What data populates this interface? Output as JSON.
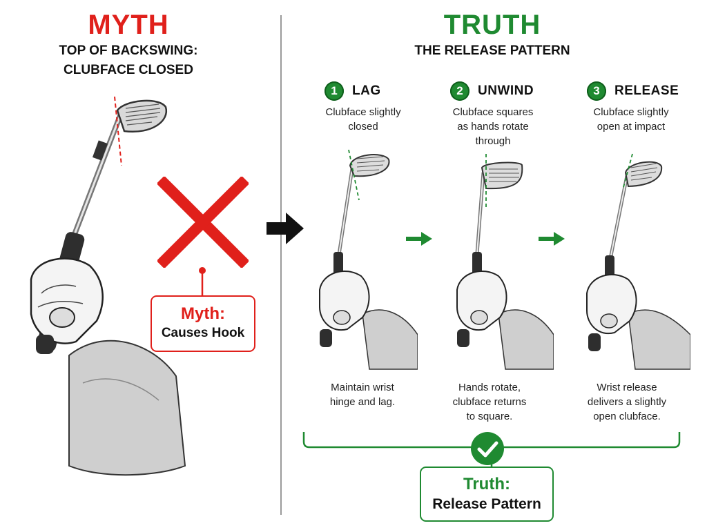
{
  "myth": {
    "title": "MYTH",
    "subtitle_line1": "TOP OF BACKSWING:",
    "subtitle_line2": "CLUBFACE CLOSED",
    "callout_line1": "Myth:",
    "callout_line2": "Causes Hook"
  },
  "truth": {
    "title": "TRUTH",
    "subtitle": "THE RELEASE PATTERN",
    "steps": [
      {
        "number": "1",
        "label": "LAG",
        "desc_line1": "Clubface slightly",
        "desc_line2": "closed",
        "desc_line3": "",
        "foot_line1": "Maintain wrist",
        "foot_line2": "hinge and lag.",
        "foot_line3": ""
      },
      {
        "number": "2",
        "label": "UNWIND",
        "desc_line1": "Clubface squares",
        "desc_line2": "as hands rotate",
        "desc_line3": "through",
        "foot_line1": "Hands rotate,",
        "foot_line2": "clubface returns",
        "foot_line3": "to square."
      },
      {
        "number": "3",
        "label": "RELEASE",
        "desc_line1": "Clubface slightly",
        "desc_line2": "open at impact",
        "desc_line3": "",
        "foot_line1": "Wrist release",
        "foot_line2": "delivers a slightly",
        "foot_line3": "open clubface."
      }
    ],
    "callout_line1": "Truth:",
    "callout_line2": "Release Pattern"
  },
  "colors": {
    "myth_red": "#e0201b",
    "truth_green": "#1f8a31",
    "divider": "#9a9a9a"
  },
  "icons": [
    "x-mark-icon",
    "check-icon",
    "black-arrow-icon",
    "green-arrow-icon",
    "golf-club-hand-illustration"
  ]
}
